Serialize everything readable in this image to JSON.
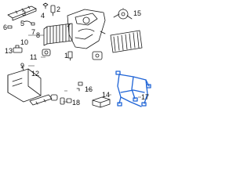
{
  "callouts": {
    "c1": "1",
    "c2": "2",
    "c3": "3",
    "c4": "4",
    "c5": "5",
    "c6": "6",
    "c7": "7",
    "c8": "8",
    "c9": "9",
    "c10": "10",
    "c11": "11",
    "c12": "12",
    "c13": "13",
    "c14": "14",
    "c15": "15",
    "c16": "16",
    "c17": "17",
    "c18": "18"
  },
  "colors": {
    "line": "#1a1a1a",
    "harness_highlight": "#1e63d6",
    "background": "#ffffff"
  },
  "icons": {
    "highlighted_part": "wiring-harness-icon"
  }
}
